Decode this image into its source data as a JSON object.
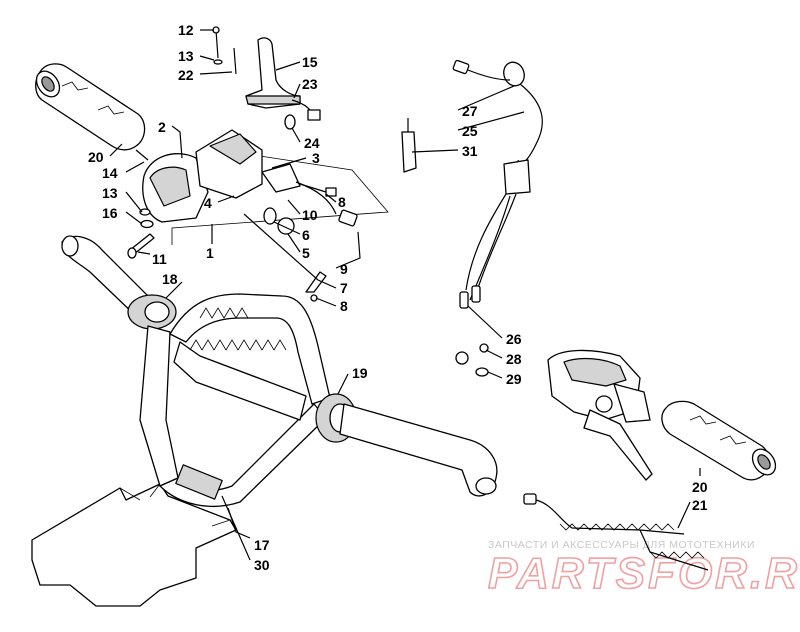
{
  "callouts": {
    "c12": "12",
    "c13a": "13",
    "c22": "22",
    "c15": "15",
    "c23": "23",
    "c24": "24",
    "c2": "2",
    "c3": "3",
    "c20a": "20",
    "c14": "14",
    "c13b": "13",
    "c16": "16",
    "c4": "4",
    "c1": "1",
    "c8a": "8",
    "c10": "10",
    "c6": "6",
    "c5": "5",
    "c9": "9",
    "c7": "7",
    "c8b": "8",
    "c11": "11",
    "c18": "18",
    "c19": "19",
    "c27": "27",
    "c25": "25",
    "c31": "31",
    "c26": "26",
    "c28": "28",
    "c29": "29",
    "c20b": "20",
    "c21": "21",
    "c17": "17",
    "c30": "30"
  },
  "watermark": {
    "caption": "ЗАПЧАСТИ И АКСЕССУАРЫ ДЛЯ МОТОТЕХНИКИ",
    "brand": "PARTSFOR.RU"
  }
}
